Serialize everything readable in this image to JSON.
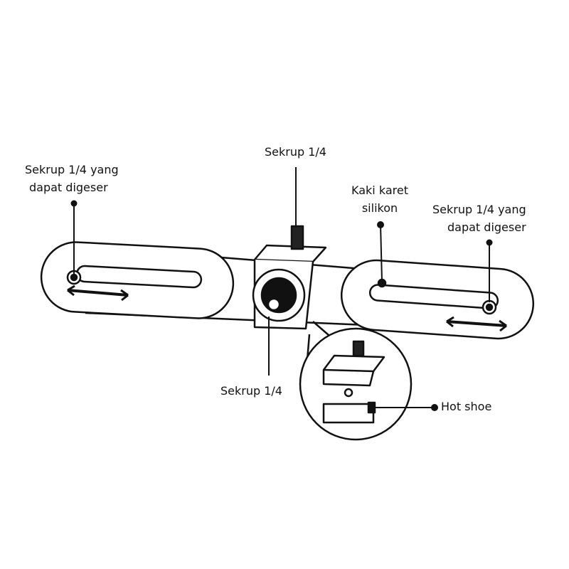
{
  "labels": {
    "left_slide_screw": [
      "Sekrup 1/4 yang",
      "dapat digeser"
    ],
    "top_screw": "Sekrup 1/4",
    "rubber_feet": [
      "Kaki karet",
      "silikon"
    ],
    "right_slide_screw": [
      "Sekrup 1/4 yang",
      "dapat digeser"
    ],
    "bottom_screw": "Sekrup 1/4",
    "hot_shoe": "Hot shoe"
  }
}
